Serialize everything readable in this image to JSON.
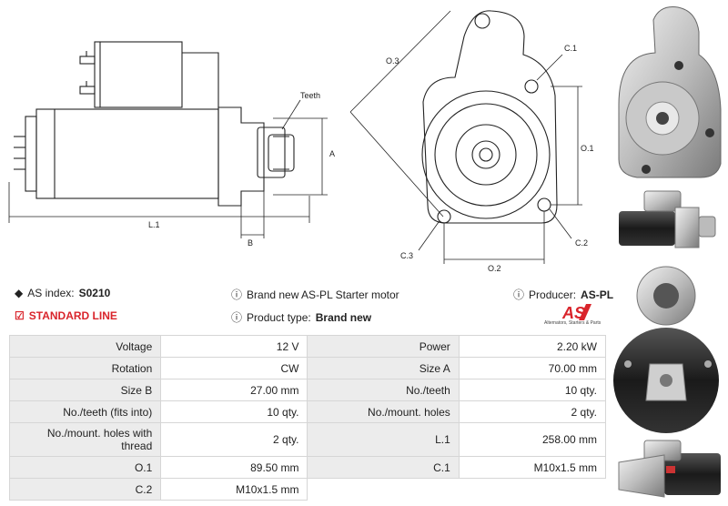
{
  "drawing": {
    "labels": {
      "teeth": "Teeth",
      "a": "A",
      "b": "B",
      "l1": "L.1",
      "o1": "O.1",
      "o2": "O.2",
      "o3": "O.3",
      "c1": "C.1",
      "c2": "C.2",
      "c3": "C.3"
    }
  },
  "info": {
    "as_index_label": "AS index:",
    "as_index_value": "S0210",
    "standard_line": "STANDARD LINE",
    "description": "Brand new AS-PL Starter motor",
    "product_type_label": "Product type:",
    "product_type_value": "Brand new",
    "producer_label": "Producer:",
    "producer_value": "AS-PL",
    "logo_text": "AS",
    "logo_sub": "Alternators, Starters & Parts"
  },
  "specs": [
    {
      "l1": "Voltage",
      "v1": "12 V",
      "l2": "Power",
      "v2": "2.20 kW"
    },
    {
      "l1": "Rotation",
      "v1": "CW",
      "l2": "Size A",
      "v2": "70.00 mm"
    },
    {
      "l1": "Size B",
      "v1": "27.00 mm",
      "l2": "No./teeth",
      "v2": "10 qty."
    },
    {
      "l1": "No./teeth (fits into)",
      "v1": "10 qty.",
      "l2": "No./mount. holes",
      "v2": "2 qty."
    },
    {
      "l1": "No./mount. holes with thread",
      "v1": "2 qty.",
      "l2": "L.1",
      "v2": "258.00 mm"
    },
    {
      "l1": "O.1",
      "v1": "89.50 mm",
      "l2": "C.1",
      "v2": "M10x1.5 mm"
    },
    {
      "l1": "C.2",
      "v1": "M10x1.5 mm",
      "l2": "",
      "v2": ""
    }
  ],
  "colors": {
    "accent": "#d9242b",
    "label_bg": "#ececec",
    "border": "#d6d6d6"
  }
}
